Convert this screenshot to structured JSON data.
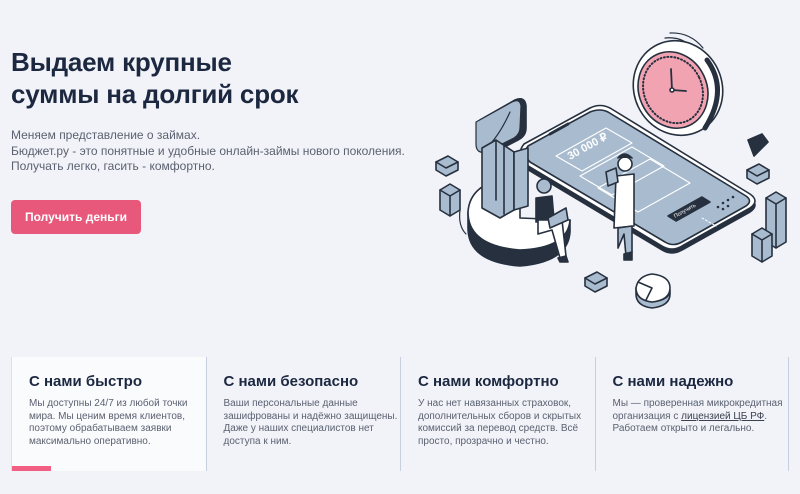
{
  "hero": {
    "title_line1": "Выдаем крупные",
    "title_line2": "суммы на долгий срок",
    "desc_line1": "Меняем представление о займах.",
    "desc_line2": "Бюджет.ру - это понятные и удобные онлайн-займы нового поколения.",
    "desc_line3": "Получать легко, гасить - комфортно.",
    "cta_label": "Получить деньги"
  },
  "illustration": {
    "phone_amount": "30 000 ₽",
    "phone_button": "Получить",
    "icons": [
      "clock-icon",
      "smartphone-icon",
      "pie-chart-icon",
      "chat-bubble-icon",
      "cube-icon",
      "bar-chart-icon",
      "person-woman-laptop",
      "person-man-tablet"
    ]
  },
  "features": [
    {
      "title": "С нами быстро",
      "text": "Мы доступны 24/7 из любой точки мира. Мы ценим время клиентов, поэтому обрабатываем заявки максимально оперативно.",
      "active": true
    },
    {
      "title": "С нами безопасно",
      "text": "Ваши персональные данные зашифрованы и надёжно защищены. Даже у наших специалистов нет доступа к ним.",
      "active": false
    },
    {
      "title": "С нами комфортно",
      "text": "У нас нет навязанных страховок, дополнительных сборов и скрытых комиссий за перевод средств. Всё просто, прозрачно и честно.",
      "active": false
    },
    {
      "title": "С нами надежно",
      "text_before": "Мы — проверенная микрокредитная организация с ",
      "link": "лицензией ЦБ РФ",
      "text_after": ". Работаем открыто и легально.",
      "active": false
    }
  ],
  "colors": {
    "accent": "#e8587a",
    "heading": "#1c2740",
    "body_text": "#5b6170",
    "background": "#f1f3f8",
    "illustration_fill": "#a9bccf",
    "illustration_stroke": "#26303f",
    "clock_face": "#f2a3b2"
  }
}
